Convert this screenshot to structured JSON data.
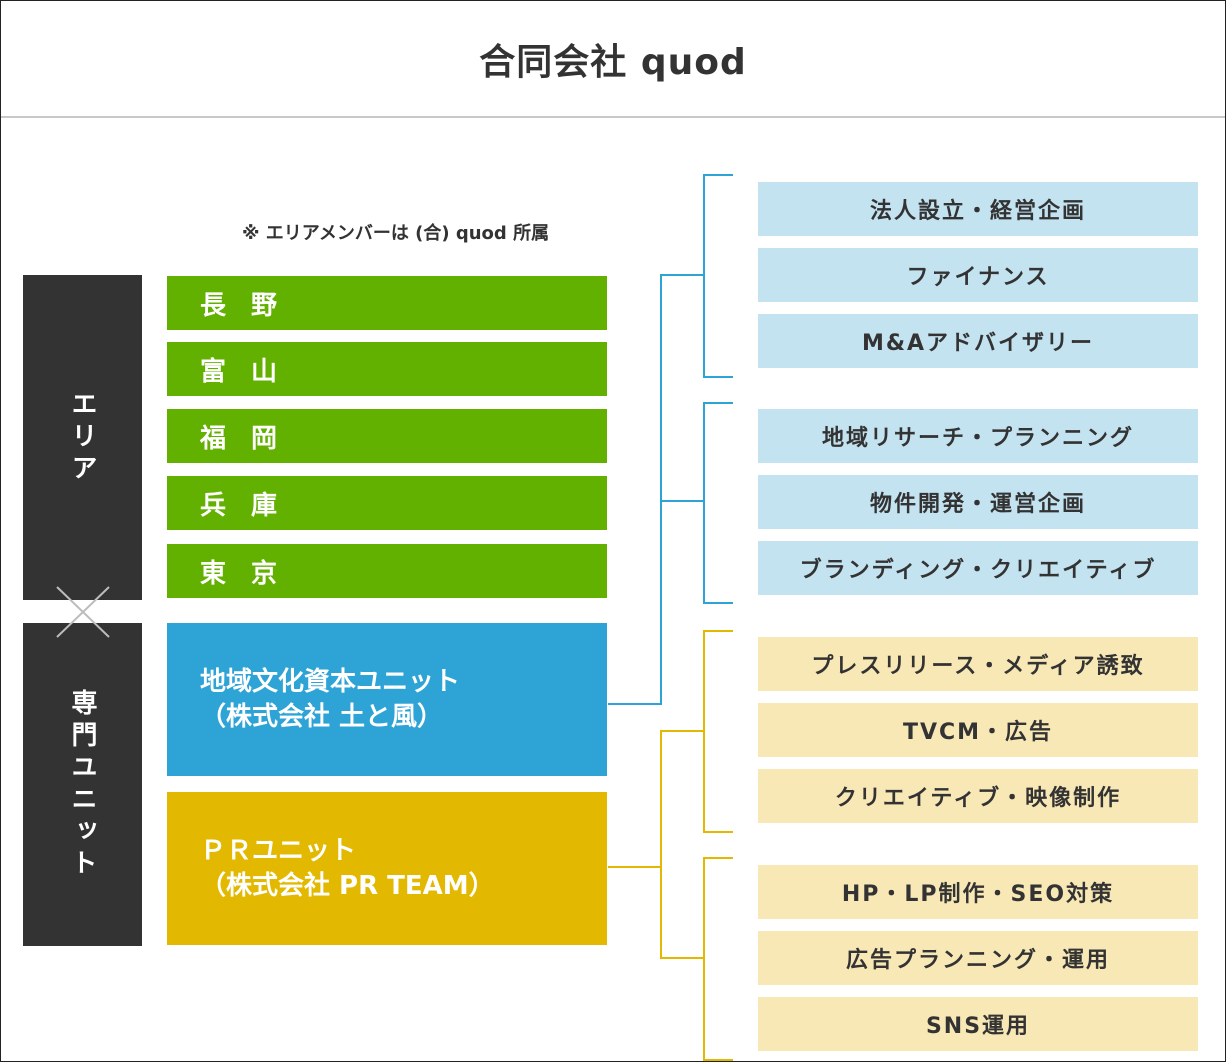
{
  "header": {
    "title": "合同会社 quod"
  },
  "note": "※ エリアメンバーは (合) quod 所属",
  "side_labels": {
    "area": "エリア",
    "units": "専門ユニット"
  },
  "areas": [
    {
      "label": "長 野"
    },
    {
      "label": "富 山"
    },
    {
      "label": "福 岡"
    },
    {
      "label": "兵 庫"
    },
    {
      "label": "東 京"
    }
  ],
  "units": [
    {
      "line1": "地域文化資本ユニット",
      "line2": "（株式会社 土と風）",
      "color": "#2ea3d6"
    },
    {
      "line1": "ＰＲユニット",
      "line2": "（株式会社 PR TEAM）",
      "color": "#e3b800"
    }
  ],
  "services": {
    "culture_group_a": [
      "法人設立・経営企画",
      "ファイナンス",
      "M&Aアドバイザリー"
    ],
    "culture_group_b": [
      "地域リサーチ・プランニング",
      "物件開発・運営企画",
      "ブランディング・クリエイティブ"
    ],
    "pr_group_a": [
      "プレスリリース・メディア誘致",
      "TVCM・広告",
      "クリエイティブ・映像制作"
    ],
    "pr_group_b": [
      "HP・LP制作・SEO対策",
      "広告プランニング・運用",
      "SNS運用"
    ]
  },
  "colors": {
    "area_green": "#62b000",
    "side_dark": "#333333",
    "blue": "#2ea3d6",
    "yellow": "#e3b800",
    "light_blue": "#c4e3f1",
    "light_yellow": "#f8e8b6"
  }
}
